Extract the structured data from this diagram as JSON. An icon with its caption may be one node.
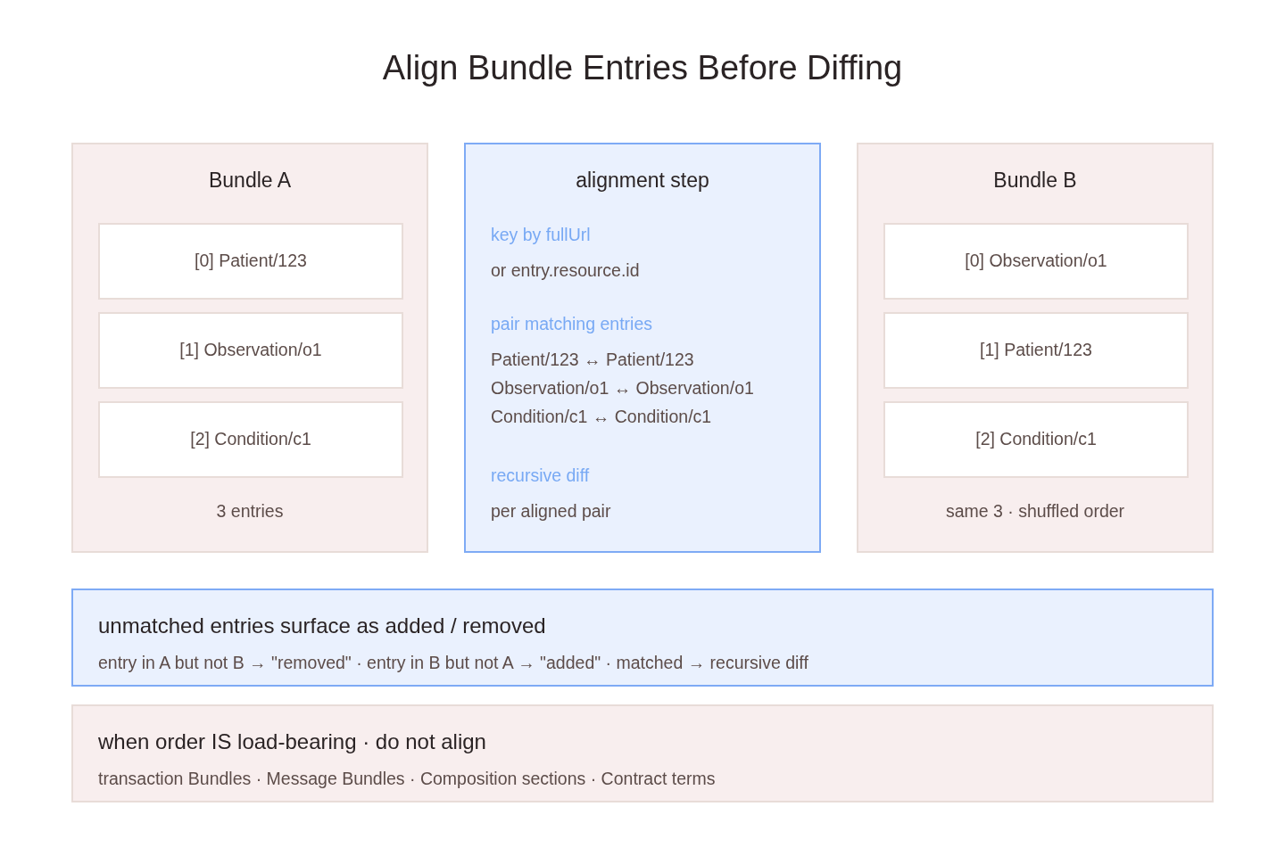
{
  "diagram": {
    "title": "Align Bundle Entries Before Diffing",
    "nodes": [
      {
        "text": [
          "Bundle A",
          "3 entries"
        ]
      },
      {
        "text": [
          "[0] Patient/123"
        ],
        "in": 0
      },
      {
        "text": [
          "[1] Observation/o1"
        ],
        "in": 0
      },
      {
        "text": [
          "[2] Condition/c1"
        ],
        "in": 0
      },
      {
        "text": [
          "alignment step",
          "key by fullUrl",
          "or entry.resource.id",
          "pair matching entries",
          "Patient/123 ↔ Patient/123",
          "Observation/o1 ↔ Observation/o1",
          "Condition/c1 ↔ Condition/c1",
          "recursive diff",
          "per aligned pair"
        ]
      },
      {
        "text": [
          "Bundle B",
          "same 3 · shuffled order"
        ]
      },
      {
        "text": [
          "[0] Observation/o1"
        ],
        "in": 5
      },
      {
        "text": [
          "[1] Patient/123"
        ],
        "in": 5
      },
      {
        "text": [
          "[2] Condition/c1"
        ],
        "in": 5
      },
      {
        "text": [
          "unmatched entries surface as added / removed",
          "entry in A but not B → \"removed\" · entry in B but not A → \"added\" · matched → recursive diff"
        ]
      },
      {
        "text": [
          "when order IS load-bearing · do not align",
          "transaction Bundles · Message Bundles · Composition sections · Contract terms"
        ]
      }
    ]
  }
}
